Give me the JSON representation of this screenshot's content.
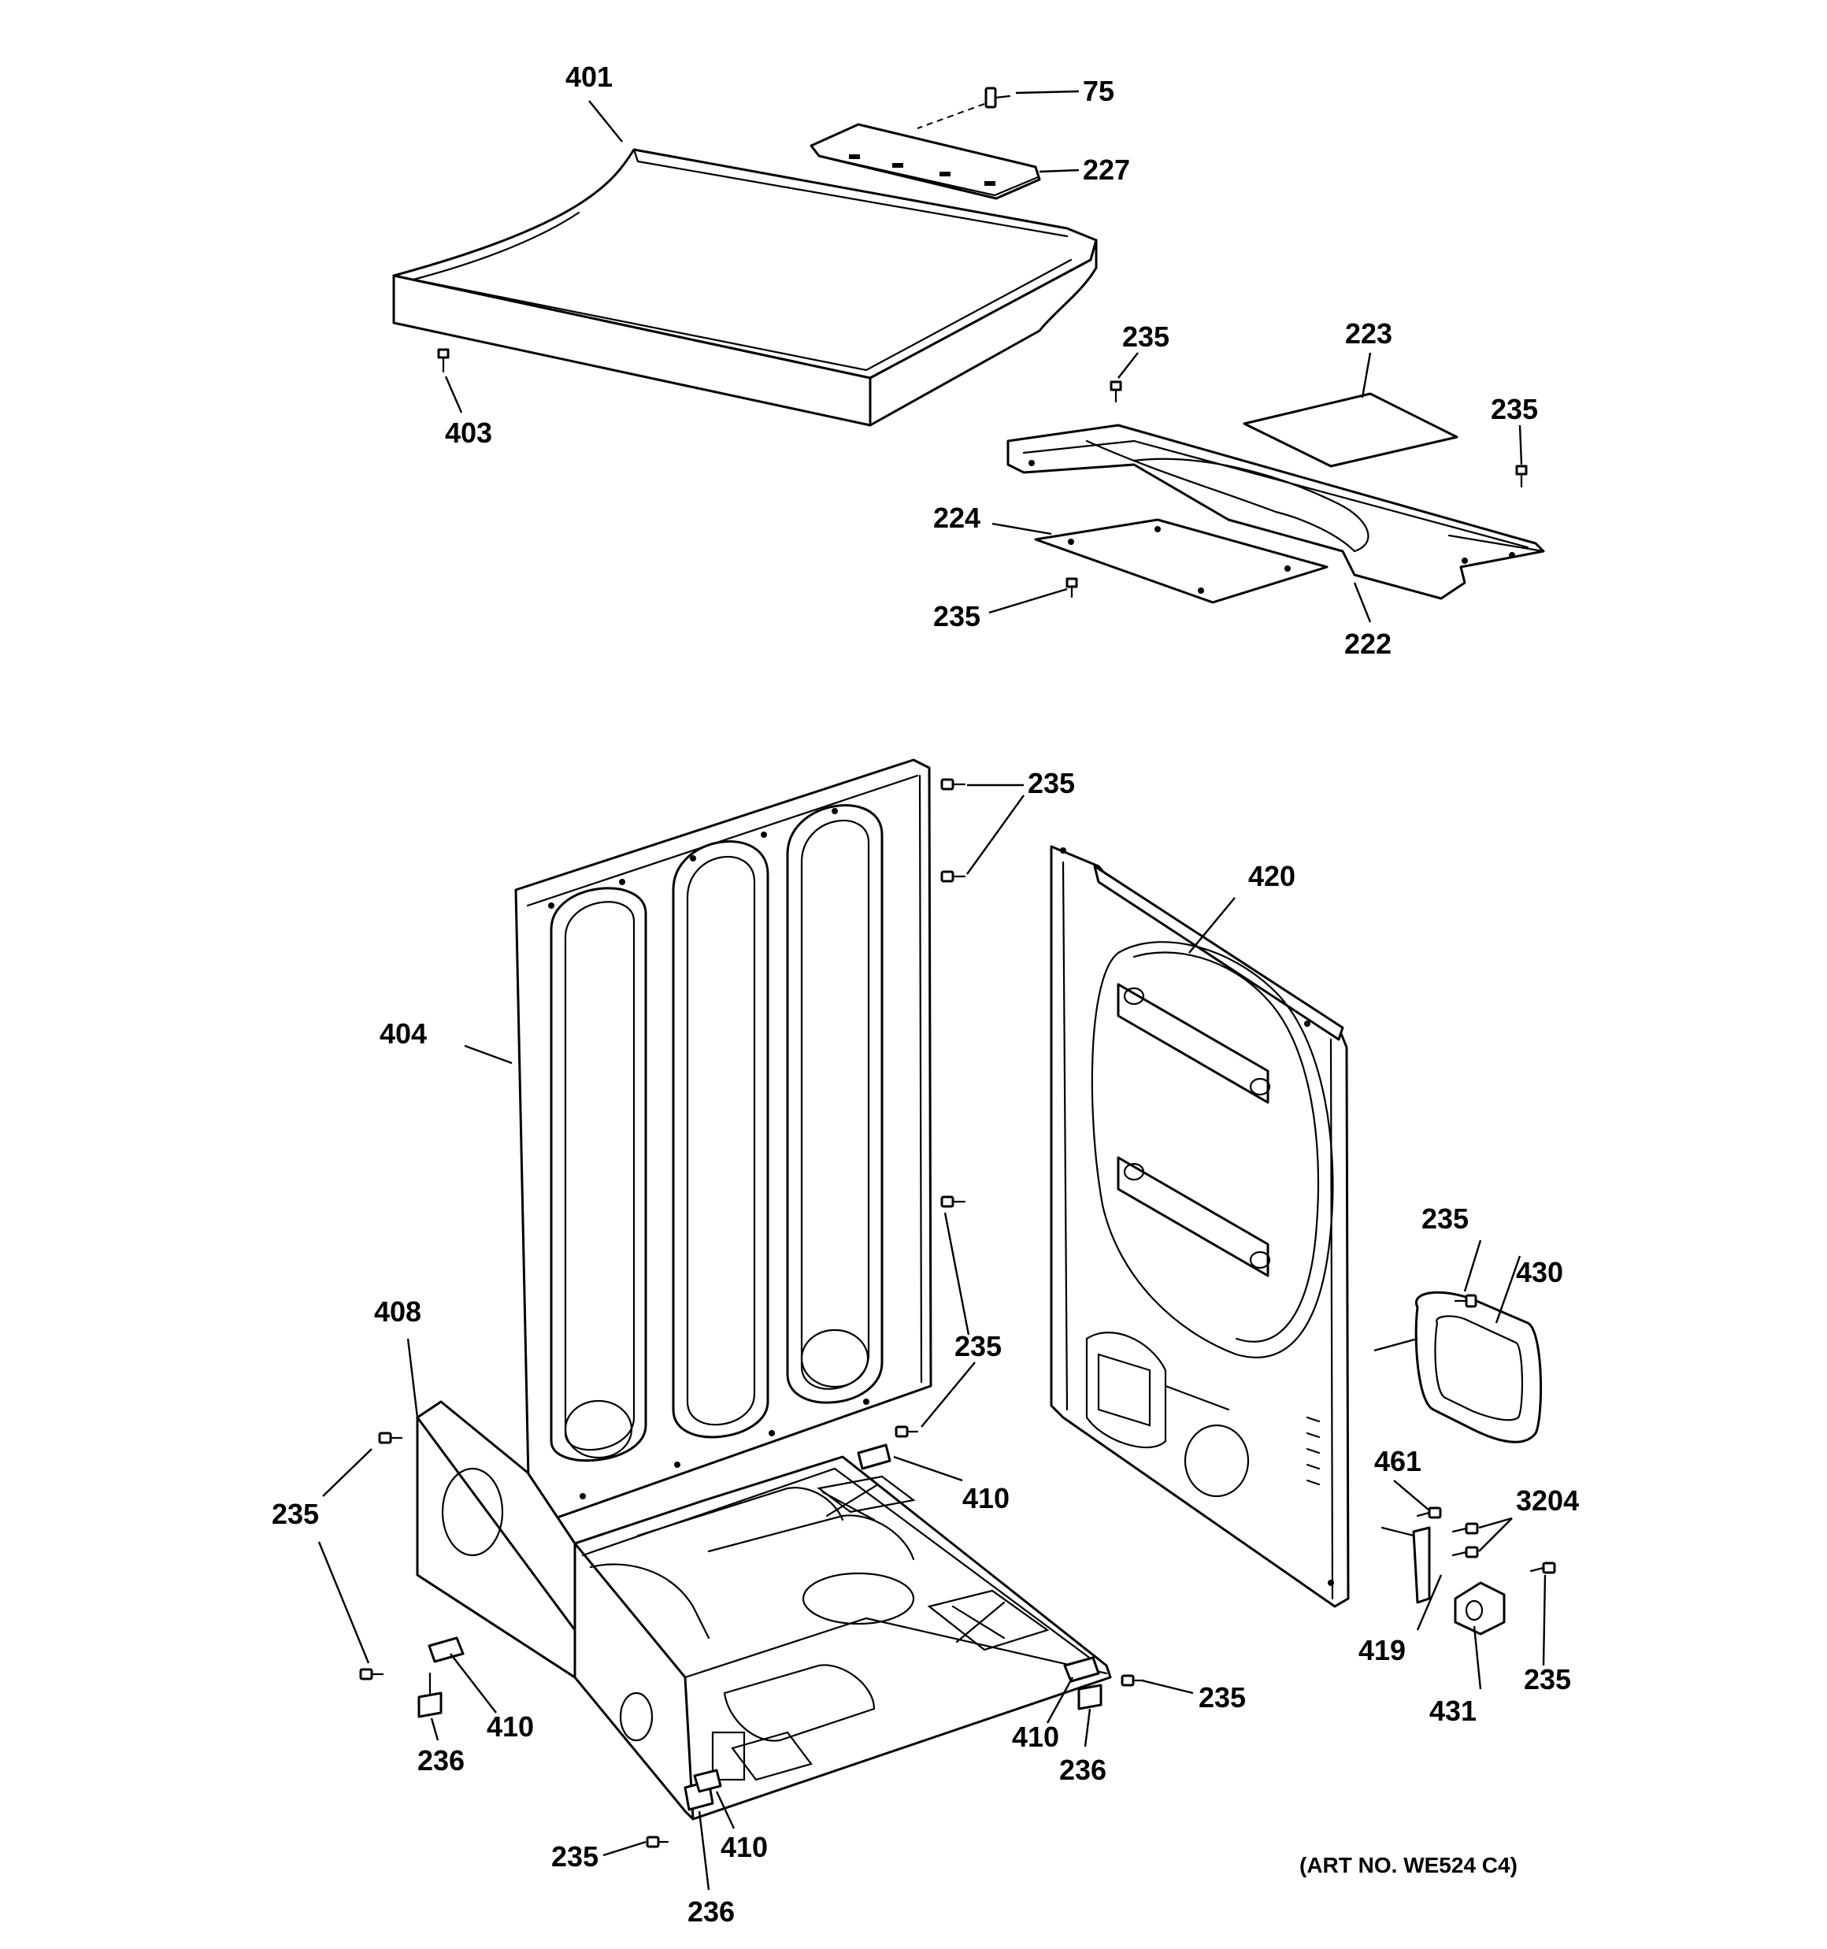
{
  "diagram": {
    "art_number": "(ART NO. WE524 C4)",
    "labels": {
      "l401": "401",
      "l75": "75",
      "l227": "227",
      "l403": "403",
      "l235_a": "235",
      "l223": "223",
      "l235_b": "235",
      "l224": "224",
      "l235_c": "235",
      "l222": "222",
      "l235_d": "235",
      "l420": "420",
      "l404": "404",
      "l235_e": "235",
      "l430": "430",
      "l235_f": "235",
      "l408": "408",
      "l410_a": "410",
      "l235_g": "235",
      "l461": "461",
      "l3204": "3204",
      "l419": "419",
      "l235_h": "235",
      "l431": "431",
      "l410_b": "410",
      "l235_i": "235",
      "l236_a": "236",
      "l410_c": "410",
      "l236_b": "236",
      "l235_j": "235",
      "l410_d": "410",
      "l236_c": "236"
    }
  }
}
